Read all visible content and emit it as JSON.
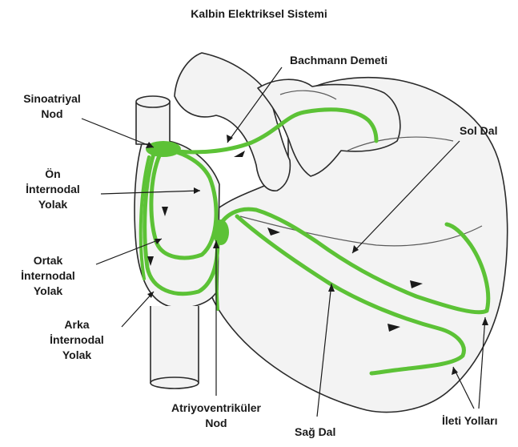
{
  "title": "Kalbin Elektriksel Sistemi",
  "colors": {
    "conduction": "#5cc236",
    "outline": "#2a2a2a",
    "fill": "#f3f3f3",
    "background": "#ffffff"
  },
  "labels": {
    "bachmann": "Bachmann Demeti",
    "sinoatrial": [
      "Sinoatriyal",
      "Nod"
    ],
    "anterior": [
      "Ön",
      "İnternodal",
      "Yolak"
    ],
    "middle": [
      "Ortak",
      "İnternodal",
      "Yolak"
    ],
    "posterior": [
      "Arka",
      "İnternodal",
      "Yolak"
    ],
    "left_bundle": "Sol Dal",
    "av_node": [
      "Atriyoventriküler",
      "Nod"
    ],
    "right_bundle": "Sağ Dal",
    "conduction_paths": "İleti Yolları"
  }
}
